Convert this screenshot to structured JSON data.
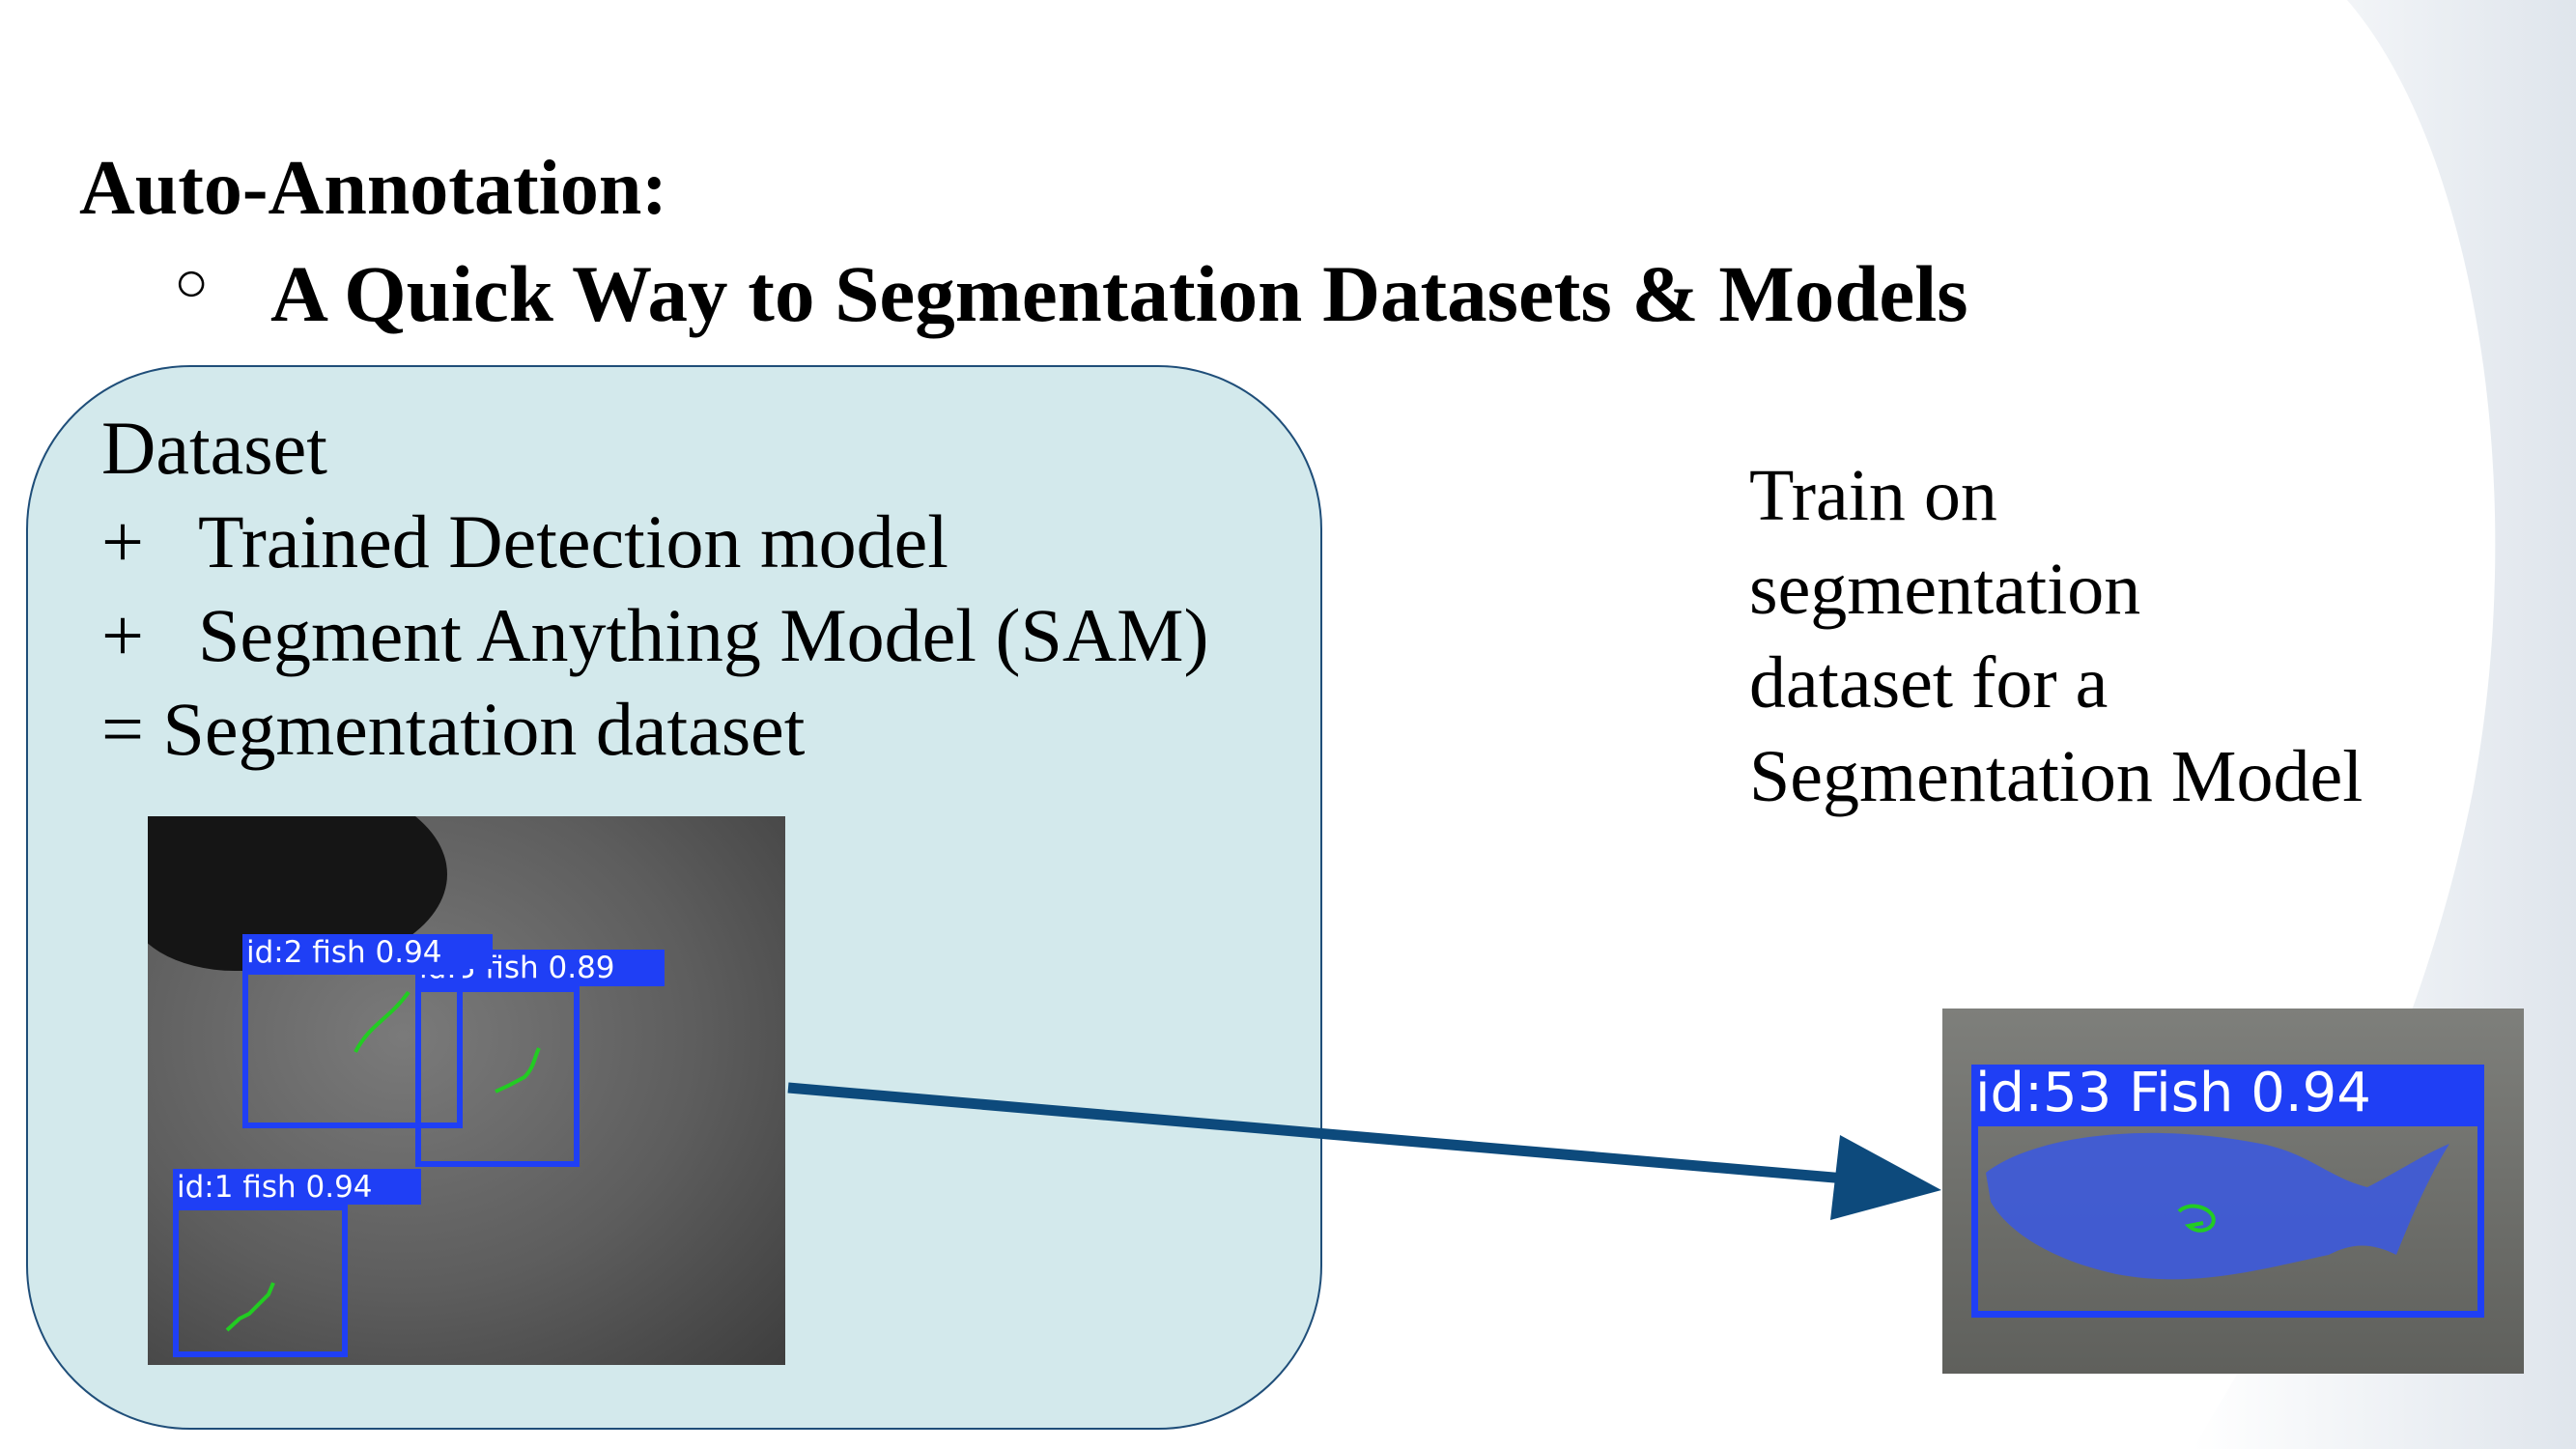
{
  "slide": {
    "title": "Auto-Annotation:",
    "bullet_icon": "hollow-circle-bullet",
    "subtitle": "A Quick Way to Segmentation Datasets & Models"
  },
  "panel": {
    "lines": [
      {
        "op": "",
        "text": "Dataset"
      },
      {
        "op": "+",
        "text": "Trained Detection model"
      },
      {
        "op": "+",
        "text": "Segment Anything Model (SAM)"
      },
      {
        "op": "",
        "text": "= Segmentation dataset"
      }
    ],
    "detections": [
      {
        "label": "id:3 fish 0.89"
      },
      {
        "label": "id:2 fish 0.94"
      },
      {
        "label": "id:1 fish 0.94"
      }
    ]
  },
  "right_text": [
    "Train on",
    "segmentation",
    "dataset for a",
    "Segmentation Model"
  ],
  "segmentation_result": {
    "label": "id:53 Fish 0.94"
  },
  "colors": {
    "panel_fill": "#d3e9ec",
    "panel_border": "#1f4e79",
    "arrow": "#0d4a7c",
    "box": "#1f3ff5",
    "track": "#22cc22"
  }
}
